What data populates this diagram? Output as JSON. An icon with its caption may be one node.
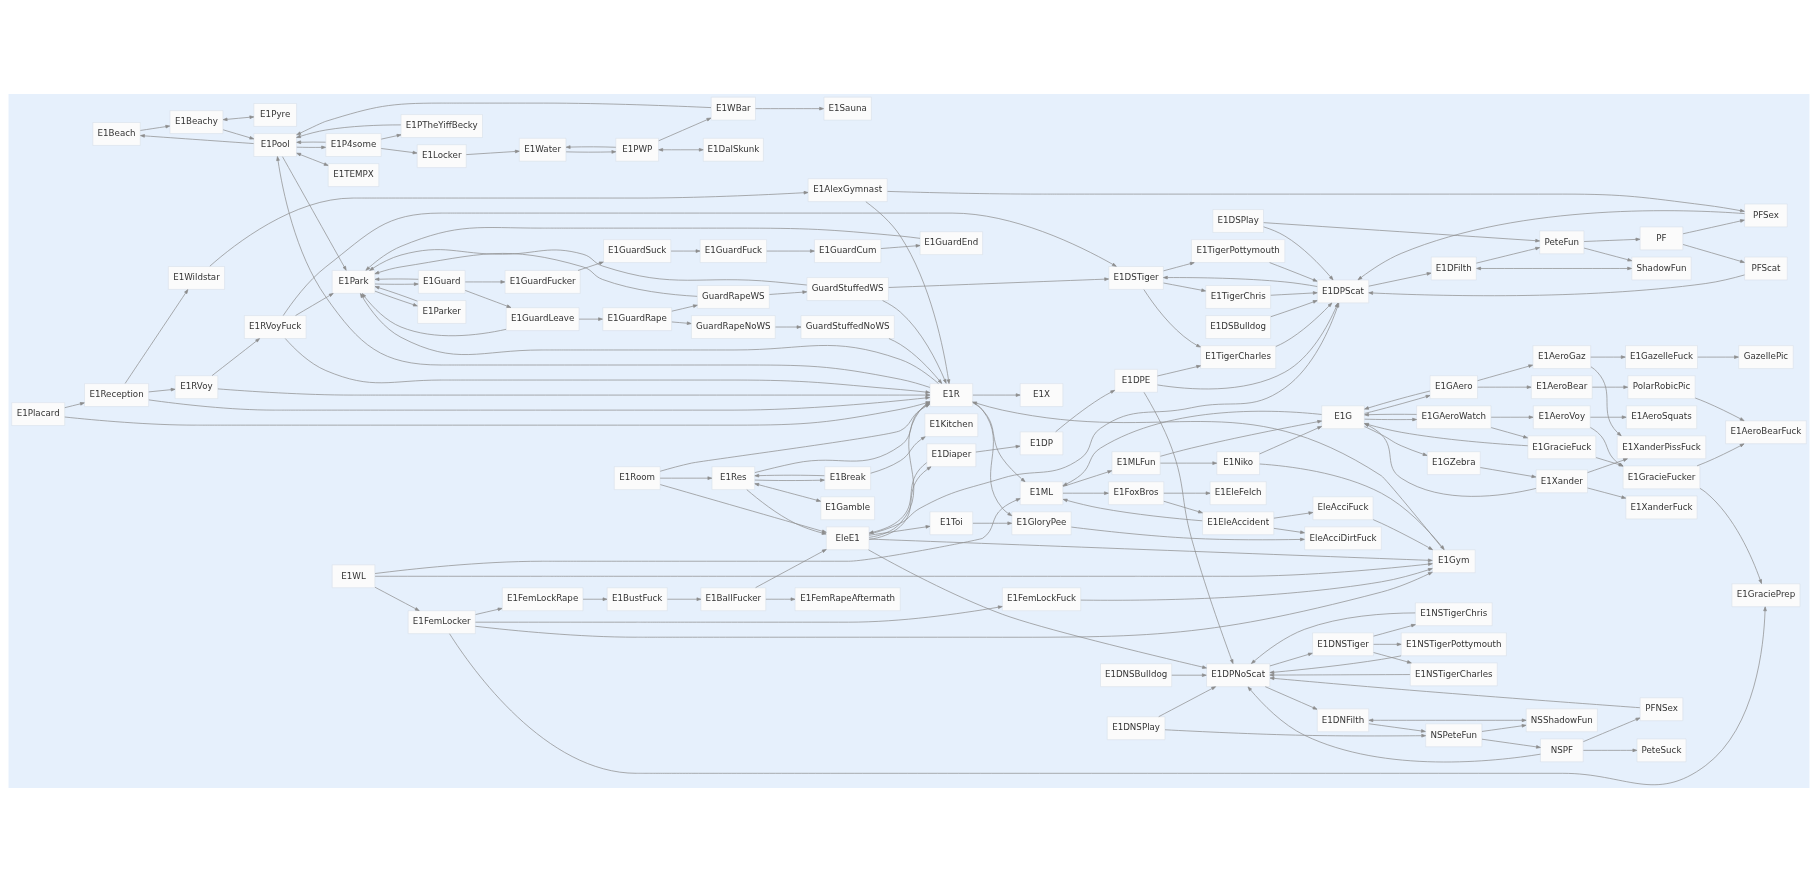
{
  "diagram": {
    "nodes": [
      {
        "text": [
          "E1Beach"
        ]
      },
      {
        "text": [
          "E1Beachy"
        ]
      },
      {
        "text": [
          "E1Pyre"
        ]
      },
      {
        "text": [
          "E1Pool"
        ]
      },
      {
        "text": [
          "E1P4some"
        ]
      },
      {
        "text": [
          "E1PTheYiffBecky"
        ]
      },
      {
        "text": [
          "E1Locker"
        ]
      },
      {
        "text": [
          "E1Water"
        ]
      },
      {
        "text": [
          "E1PWP"
        ]
      },
      {
        "text": [
          "E1DalSkunk"
        ]
      },
      {
        "text": [
          "E1WBar"
        ]
      },
      {
        "text": [
          "E1Sauna"
        ]
      },
      {
        "text": [
          "E1TEMPX"
        ]
      },
      {
        "text": [
          "E1X"
        ]
      },
      {
        "text": [
          "E1Park"
        ]
      },
      {
        "text": [
          "E1Guard"
        ]
      },
      {
        "text": [
          "E1GuardLeave"
        ]
      },
      {
        "text": [
          "E1GuardRape"
        ]
      },
      {
        "text": [
          "GuardRapeWS"
        ]
      },
      {
        "text": [
          "GuardStuffedWS"
        ]
      },
      {
        "text": [
          "GuardRapeNoWS"
        ]
      },
      {
        "text": [
          "GuardStuffedNoWS"
        ]
      },
      {
        "text": [
          "E1GuardFucker"
        ]
      },
      {
        "text": [
          "E1GuardSuck"
        ]
      },
      {
        "text": [
          "E1GuardFuck"
        ]
      },
      {
        "text": [
          "E1GuardCum"
        ]
      },
      {
        "text": [
          "E1GuardEnd"
        ]
      },
      {
        "text": [
          "E1Parker"
        ]
      },
      {
        "text": [
          "E1R"
        ]
      },
      {
        "text": [
          "E1Placard"
        ]
      },
      {
        "text": [
          "E1Reception"
        ]
      },
      {
        "text": [
          "E1RVoy"
        ]
      },
      {
        "text": [
          "E1RVoyFuck"
        ]
      },
      {
        "text": [
          "E1Wildstar"
        ]
      },
      {
        "text": [
          "E1AlexGymnast"
        ]
      },
      {
        "text": [
          "E1Room"
        ]
      },
      {
        "text": [
          "EleE1"
        ]
      },
      {
        "text": [
          "E1Toi"
        ]
      },
      {
        "text": [
          "E1GloryPee"
        ]
      },
      {
        "text": [
          "E1Diaper"
        ]
      },
      {
        "text": [
          "E1DP"
        ]
      },
      {
        "text": [
          "E1DPE"
        ]
      },
      {
        "text": [
          "E1TigerCharles"
        ]
      },
      {
        "text": [
          "E1DSTiger"
        ]
      },
      {
        "text": [
          "E1TigerChris"
        ]
      },
      {
        "text": [
          "E1TigerPottymouth"
        ]
      },
      {
        "text": [
          "E1DPScat"
        ]
      },
      {
        "text": [
          "E1DSBulldog"
        ]
      },
      {
        "text": [
          "E1DSPlay"
        ]
      },
      {
        "text": [
          "PeteFun"
        ]
      },
      {
        "text": [
          "PF"
        ]
      },
      {
        "text": [
          "PFSex"
        ]
      },
      {
        "text": [
          "E1DFilth"
        ]
      },
      {
        "text": [
          "ShadowFun"
        ]
      },
      {
        "text": [
          "PFScat"
        ]
      },
      {
        "text": [
          "E1NSTigerCharles"
        ]
      },
      {
        "text": [
          "E1DNSTiger"
        ]
      },
      {
        "text": [
          "E1NSTigerChris"
        ]
      },
      {
        "text": [
          "E1DNSBulldog"
        ]
      },
      {
        "text": [
          "E1NSTigerPottymouth"
        ]
      },
      {
        "text": [
          "E1DPNoScat"
        ]
      },
      {
        "text": [
          "E1DNSPlay"
        ]
      },
      {
        "text": [
          "PFNSex"
        ]
      },
      {
        "text": [
          "NSPeteFun"
        ]
      },
      {
        "text": [
          "NSPF"
        ]
      },
      {
        "text": [
          "PeteSuck"
        ]
      },
      {
        "text": [
          "E1DNFilth"
        ]
      },
      {
        "text": [
          "NSShadowFun"
        ]
      },
      {
        "text": [
          "E1Gym"
        ]
      },
      {
        "text": [
          "E1WL"
        ]
      },
      {
        "text": [
          "E1FemLocker"
        ]
      },
      {
        "text": [
          "E1FemLockRape"
        ]
      },
      {
        "text": [
          "E1BustFuck"
        ]
      },
      {
        "text": [
          "E1BallFucker"
        ]
      },
      {
        "text": [
          "E1FemRapeAftermath"
        ]
      },
      {
        "text": [
          "E1FemLockFuck"
        ]
      },
      {
        "text": [
          "E1ML"
        ]
      },
      {
        "text": [
          "E1MLFun"
        ]
      },
      {
        "text": [
          "E1Niko"
        ]
      },
      {
        "text": [
          "EleAcciDirtFuck"
        ]
      },
      {
        "text": [
          "E1EleAccident"
        ]
      },
      {
        "text": [
          "EleAcciFuck"
        ]
      },
      {
        "text": [
          "E1FoxBros"
        ]
      },
      {
        "text": [
          "E1EleFelch"
        ]
      },
      {
        "text": [
          "E1G"
        ]
      },
      {
        "text": [
          "E1GAeroWatch"
        ]
      },
      {
        "text": [
          "E1AeroVoy"
        ]
      },
      {
        "text": [
          "E1AeroSquats"
        ]
      },
      {
        "text": [
          "E1GracieFuck"
        ]
      },
      {
        "text": [
          "E1GracieFucker"
        ]
      },
      {
        "text": [
          "E1GraciePrep"
        ]
      },
      {
        "text": [
          "E1GAero"
        ]
      },
      {
        "text": [
          "E1AeroBear"
        ]
      },
      {
        "text": [
          "PolarRobicPic"
        ]
      },
      {
        "text": [
          "E1AeroBearFuck"
        ]
      },
      {
        "text": [
          "E1AeroGaz"
        ]
      },
      {
        "text": [
          "E1GazelleFuck"
        ]
      },
      {
        "text": [
          "GazellePic"
        ]
      },
      {
        "text": [
          "E1GZebra"
        ]
      },
      {
        "text": [
          "E1Xander"
        ]
      },
      {
        "text": [
          "E1XanderPissFuck"
        ]
      },
      {
        "text": [
          "E1XanderFuck"
        ]
      },
      {
        "text": [
          "E1Res"
        ]
      },
      {
        "text": [
          "E1Gamble"
        ]
      },
      {
        "text": [
          "E1Break"
        ]
      },
      {
        "text": [
          "E1Kitchen"
        ]
      }
    ],
    "edges": [
      {
        "from": 3,
        "to": 0,
        "arrow": "to"
      },
      {
        "from": 0,
        "to": 1,
        "arrow": "to"
      },
      {
        "from": 1,
        "to": 3,
        "arrow": "to"
      },
      {
        "from": 1,
        "to": 2,
        "arrow": "both"
      },
      {
        "from": 3,
        "to": 12,
        "arrow": "both"
      },
      {
        "from": 3,
        "to": 14,
        "arrow": "to"
      },
      {
        "from": 28,
        "to": 3,
        "arrow": "to"
      },
      {
        "from": 28,
        "to": 13,
        "arrow": "to"
      },
      {
        "from": 28,
        "to": 14,
        "arrow": "to"
      },
      {
        "from": 3,
        "to": 4,
        "arrow": "to"
      },
      {
        "from": 4,
        "to": 3,
        "arrow": "to"
      },
      {
        "from": 4,
        "to": 5,
        "arrow": "to"
      },
      {
        "from": 5,
        "to": 3,
        "arrow": "to"
      },
      {
        "from": 4,
        "to": 6,
        "arrow": "to"
      },
      {
        "from": 6,
        "to": 7,
        "arrow": "to"
      },
      {
        "from": 7,
        "to": 8,
        "arrow": "to"
      },
      {
        "from": 8,
        "to": 7,
        "arrow": "to"
      },
      {
        "from": 8,
        "to": 9,
        "arrow": "both"
      },
      {
        "from": 8,
        "to": 10,
        "arrow": "to"
      },
      {
        "from": 10,
        "to": 11,
        "arrow": "to"
      },
      {
        "from": 10,
        "to": 3,
        "arrow": "to"
      },
      {
        "from": 14,
        "to": 15,
        "arrow": "to"
      },
      {
        "from": 15,
        "to": 14,
        "arrow": "to"
      },
      {
        "from": 14,
        "to": 27,
        "arrow": "to"
      },
      {
        "from": 27,
        "to": 14,
        "arrow": "to"
      },
      {
        "from": 15,
        "to": 16,
        "arrow": "to"
      },
      {
        "from": 16,
        "to": 14,
        "arrow": "to"
      },
      {
        "from": 16,
        "to": 17,
        "arrow": "to"
      },
      {
        "from": 17,
        "to": 18,
        "arrow": "to"
      },
      {
        "from": 17,
        "to": 20,
        "arrow": "to"
      },
      {
        "from": 18,
        "to": 19,
        "arrow": "to"
      },
      {
        "from": 20,
        "to": 21,
        "arrow": "to"
      },
      {
        "from": 18,
        "to": 14,
        "arrow": "to"
      },
      {
        "from": 19,
        "to": 14,
        "arrow": "to"
      },
      {
        "from": 19,
        "to": 28,
        "arrow": "to"
      },
      {
        "from": 21,
        "to": 28,
        "arrow": "to"
      },
      {
        "from": 26,
        "to": 14,
        "arrow": "to"
      },
      {
        "from": 15,
        "to": 22,
        "arrow": "to"
      },
      {
        "from": 22,
        "to": 23,
        "arrow": "to"
      },
      {
        "from": 23,
        "to": 24,
        "arrow": "to"
      },
      {
        "from": 24,
        "to": 25,
        "arrow": "to"
      },
      {
        "from": 25,
        "to": 26,
        "arrow": "to"
      },
      {
        "from": 19,
        "to": 43,
        "arrow": "to"
      },
      {
        "from": 29,
        "to": 30,
        "arrow": "to"
      },
      {
        "from": 29,
        "to": 28,
        "arrow": "to"
      },
      {
        "from": 30,
        "to": 28,
        "arrow": "to"
      },
      {
        "from": 30,
        "to": 31,
        "arrow": "to"
      },
      {
        "from": 31,
        "to": 32,
        "arrow": "to"
      },
      {
        "from": 30,
        "to": 33,
        "arrow": "to"
      },
      {
        "from": 33,
        "to": 34,
        "arrow": "to"
      },
      {
        "from": 31,
        "to": 28,
        "arrow": "to"
      },
      {
        "from": 34,
        "to": 28,
        "arrow": "to"
      },
      {
        "from": 32,
        "to": 28,
        "arrow": "to"
      },
      {
        "from": 32,
        "to": 14,
        "arrow": "to"
      },
      {
        "from": 34,
        "to": 51,
        "arrow": "to"
      },
      {
        "from": 32,
        "to": 43,
        "arrow": "to"
      },
      {
        "from": 35,
        "to": 28,
        "arrow": "to"
      },
      {
        "from": 35,
        "to": 102,
        "arrow": "to"
      },
      {
        "from": 35,
        "to": 36,
        "arrow": "to"
      },
      {
        "from": 36,
        "to": 28,
        "arrow": "to"
      },
      {
        "from": 36,
        "to": 37,
        "arrow": "to"
      },
      {
        "from": 36,
        "to": 68,
        "arrow": "to"
      },
      {
        "from": 102,
        "to": 36,
        "arrow": "to"
      },
      {
        "from": 73,
        "to": 36,
        "arrow": "to"
      },
      {
        "from": 102,
        "to": 28,
        "arrow": "to"
      },
      {
        "from": 68,
        "to": 28,
        "arrow": "to"
      },
      {
        "from": 37,
        "to": 38,
        "arrow": "to"
      },
      {
        "from": 28,
        "to": 38,
        "arrow": "to"
      },
      {
        "from": 38,
        "to": 79,
        "arrow": "to"
      },
      {
        "from": 36,
        "to": 39,
        "arrow": "to"
      },
      {
        "from": 39,
        "to": 36,
        "arrow": "to"
      },
      {
        "from": 39,
        "to": 40,
        "arrow": "to"
      },
      {
        "from": 40,
        "to": 41,
        "arrow": "to"
      },
      {
        "from": 36,
        "to": 46,
        "arrow": "to"
      },
      {
        "from": 36,
        "to": 60,
        "arrow": "to"
      },
      {
        "from": 41,
        "to": 46,
        "arrow": "to"
      },
      {
        "from": 41,
        "to": 60,
        "arrow": "to"
      },
      {
        "from": 41,
        "to": 42,
        "arrow": "to"
      },
      {
        "from": 43,
        "to": 42,
        "arrow": "to"
      },
      {
        "from": 43,
        "to": 44,
        "arrow": "to"
      },
      {
        "from": 43,
        "to": 45,
        "arrow": "to"
      },
      {
        "from": 42,
        "to": 46,
        "arrow": "to"
      },
      {
        "from": 44,
        "to": 46,
        "arrow": "to"
      },
      {
        "from": 45,
        "to": 46,
        "arrow": "to"
      },
      {
        "from": 46,
        "to": 43,
        "arrow": "to"
      },
      {
        "from": 47,
        "to": 46,
        "arrow": "to"
      },
      {
        "from": 48,
        "to": 46,
        "arrow": "to"
      },
      {
        "from": 46,
        "to": 52,
        "arrow": "to"
      },
      {
        "from": 52,
        "to": 49,
        "arrow": "to"
      },
      {
        "from": 52,
        "to": 53,
        "arrow": "both"
      },
      {
        "from": 49,
        "to": 53,
        "arrow": "to"
      },
      {
        "from": 49,
        "to": 50,
        "arrow": "to"
      },
      {
        "from": 50,
        "to": 51,
        "arrow": "to"
      },
      {
        "from": 50,
        "to": 54,
        "arrow": "to"
      },
      {
        "from": 51,
        "to": 46,
        "arrow": "to"
      },
      {
        "from": 54,
        "to": 46,
        "arrow": "to"
      },
      {
        "from": 48,
        "to": 49,
        "arrow": "to"
      },
      {
        "from": 56,
        "to": 55,
        "arrow": "to"
      },
      {
        "from": 56,
        "to": 57,
        "arrow": "to"
      },
      {
        "from": 56,
        "to": 59,
        "arrow": "to"
      },
      {
        "from": 55,
        "to": 60,
        "arrow": "to"
      },
      {
        "from": 57,
        "to": 60,
        "arrow": "to"
      },
      {
        "from": 59,
        "to": 60,
        "arrow": "to"
      },
      {
        "from": 60,
        "to": 56,
        "arrow": "to"
      },
      {
        "from": 58,
        "to": 60,
        "arrow": "to"
      },
      {
        "from": 61,
        "to": 60,
        "arrow": "to"
      },
      {
        "from": 60,
        "to": 66,
        "arrow": "to"
      },
      {
        "from": 66,
        "to": 63,
        "arrow": "to"
      },
      {
        "from": 66,
        "to": 67,
        "arrow": "both"
      },
      {
        "from": 63,
        "to": 67,
        "arrow": "to"
      },
      {
        "from": 63,
        "to": 64,
        "arrow": "to"
      },
      {
        "from": 64,
        "to": 62,
        "arrow": "to"
      },
      {
        "from": 64,
        "to": 65,
        "arrow": "to"
      },
      {
        "from": 62,
        "to": 60,
        "arrow": "to"
      },
      {
        "from": 64,
        "to": 60,
        "arrow": "to"
      },
      {
        "from": 61,
        "to": 63,
        "arrow": "to"
      },
      {
        "from": 69,
        "to": 68,
        "arrow": "to"
      },
      {
        "from": 69,
        "to": 70,
        "arrow": "to"
      },
      {
        "from": 70,
        "to": 68,
        "arrow": "to"
      },
      {
        "from": 70,
        "to": 71,
        "arrow": "to"
      },
      {
        "from": 70,
        "to": 75,
        "arrow": "to"
      },
      {
        "from": 71,
        "to": 72,
        "arrow": "to"
      },
      {
        "from": 72,
        "to": 73,
        "arrow": "to"
      },
      {
        "from": 73,
        "to": 74,
        "arrow": "to"
      },
      {
        "from": 75,
        "to": 68,
        "arrow": "to"
      },
      {
        "from": 69,
        "to": 76,
        "arrow": "to"
      },
      {
        "from": 76,
        "to": 77,
        "arrow": "to"
      },
      {
        "from": 77,
        "to": 78,
        "arrow": "to"
      },
      {
        "from": 76,
        "to": 82,
        "arrow": "to"
      },
      {
        "from": 82,
        "to": 80,
        "arrow": "to"
      },
      {
        "from": 82,
        "to": 83,
        "arrow": "to"
      },
      {
        "from": 80,
        "to": 79,
        "arrow": "to"
      },
      {
        "from": 80,
        "to": 81,
        "arrow": "to"
      },
      {
        "from": 80,
        "to": 76,
        "arrow": "to"
      },
      {
        "from": 78,
        "to": 68,
        "arrow": "to"
      },
      {
        "from": 81,
        "to": 68,
        "arrow": "to"
      },
      {
        "from": 77,
        "to": 84,
        "arrow": "to"
      },
      {
        "from": 78,
        "to": 84,
        "arrow": "to"
      },
      {
        "from": 84,
        "to": 76,
        "arrow": "to"
      },
      {
        "from": 70,
        "to": 90,
        "arrow": "to"
      },
      {
        "from": 28,
        "to": 76,
        "arrow": "to"
      },
      {
        "from": 84,
        "to": 85,
        "arrow": "to"
      },
      {
        "from": 85,
        "to": 84,
        "arrow": "to"
      },
      {
        "from": 85,
        "to": 86,
        "arrow": "to"
      },
      {
        "from": 85,
        "to": 88,
        "arrow": "to"
      },
      {
        "from": 86,
        "to": 87,
        "arrow": "to"
      },
      {
        "from": 88,
        "to": 89,
        "arrow": "to"
      },
      {
        "from": 89,
        "to": 90,
        "arrow": "to"
      },
      {
        "from": 86,
        "to": 89,
        "arrow": "to"
      },
      {
        "from": 88,
        "to": 84,
        "arrow": "to"
      },
      {
        "from": 84,
        "to": 91,
        "arrow": "to"
      },
      {
        "from": 91,
        "to": 84,
        "arrow": "to"
      },
      {
        "from": 91,
        "to": 92,
        "arrow": "to"
      },
      {
        "from": 91,
        "to": 95,
        "arrow": "to"
      },
      {
        "from": 92,
        "to": 93,
        "arrow": "to"
      },
      {
        "from": 93,
        "to": 94,
        "arrow": "to"
      },
      {
        "from": 95,
        "to": 96,
        "arrow": "to"
      },
      {
        "from": 96,
        "to": 97,
        "arrow": "to"
      },
      {
        "from": 89,
        "to": 94,
        "arrow": "to"
      },
      {
        "from": 95,
        "to": 100,
        "arrow": "to"
      },
      {
        "from": 84,
        "to": 98,
        "arrow": "to"
      },
      {
        "from": 98,
        "to": 99,
        "arrow": "to"
      },
      {
        "from": 99,
        "to": 100,
        "arrow": "to"
      },
      {
        "from": 99,
        "to": 101,
        "arrow": "to"
      },
      {
        "from": 99,
        "to": 84,
        "arrow": "to"
      },
      {
        "from": 102,
        "to": 103,
        "arrow": "both"
      },
      {
        "from": 104,
        "to": 102,
        "arrow": "to"
      },
      {
        "from": 102,
        "to": 104,
        "arrow": "to"
      },
      {
        "from": 104,
        "to": 105,
        "arrow": "to"
      }
    ]
  }
}
